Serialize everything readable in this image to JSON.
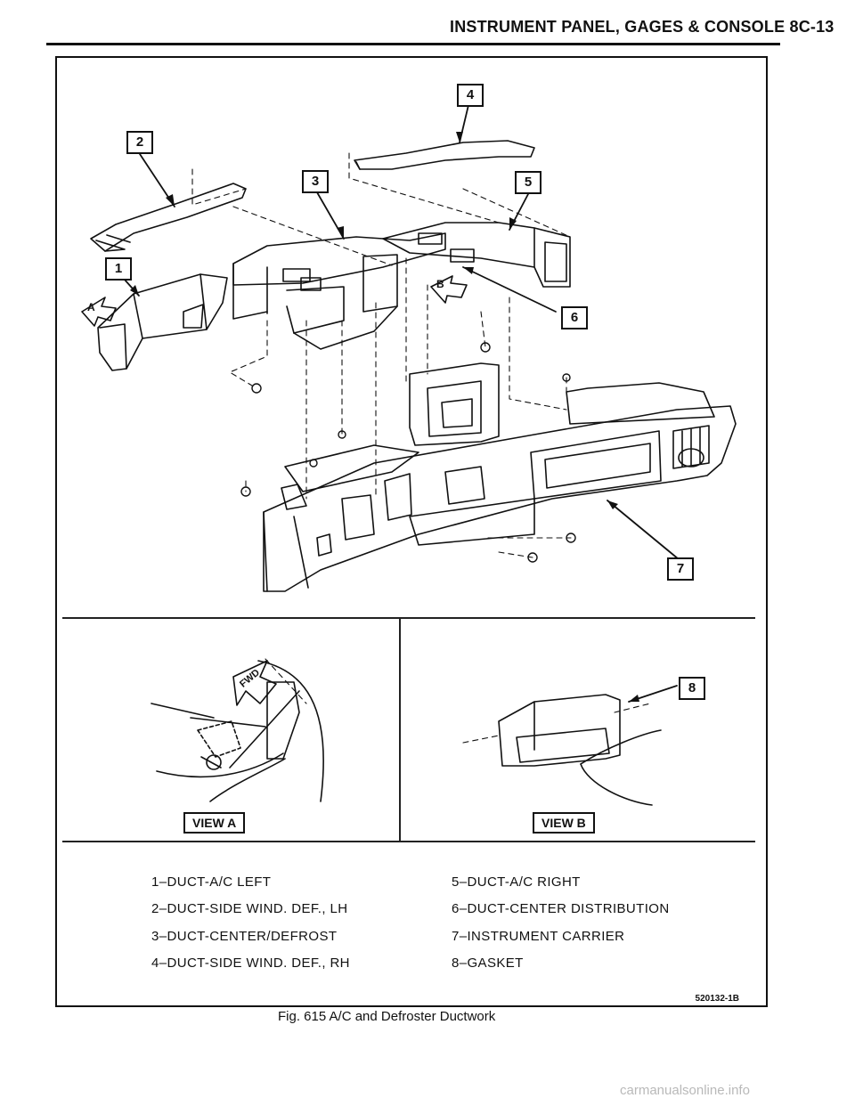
{
  "header": {
    "title": "INSTRUMENT PANEL, GAGES & CONSOLE 8C-13"
  },
  "callouts": {
    "c1": "1",
    "c2": "2",
    "c3": "3",
    "c4": "4",
    "c5": "5",
    "c6": "6",
    "c7": "7",
    "c8": "8",
    "arrow_a": "A",
    "arrow_b": "B"
  },
  "views": {
    "view_a": "VIEW A",
    "view_b": "VIEW B",
    "fwd": "FWD"
  },
  "legend": {
    "left": [
      "1–DUCT-A/C LEFT",
      "2–DUCT-SIDE WIND. DEF., LH",
      "3–DUCT-CENTER/DEFROST",
      "4–DUCT-SIDE WIND. DEF., RH"
    ],
    "right": [
      "5–DUCT-A/C RIGHT",
      "6–DUCT-CENTER DISTRIBUTION",
      "7–INSTRUMENT CARRIER",
      "8–GASKET"
    ]
  },
  "figure": {
    "number": "520132-1B",
    "caption": "Fig. 615 A/C and Defroster Ductwork"
  },
  "watermark": "carmanualsonline.info"
}
